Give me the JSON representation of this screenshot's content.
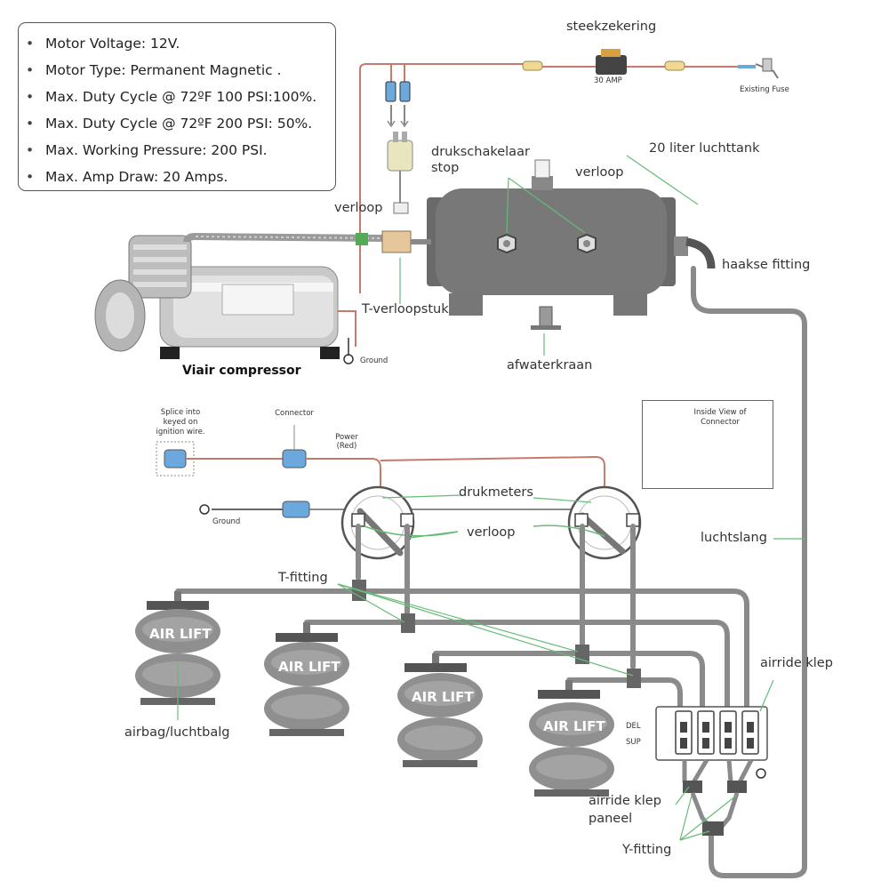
{
  "specs": [
    "Motor Voltage: 12V.",
    "Motor Type: Permanent Magnetic .",
    "Max. Duty Cycle @ 72ºF 100 PSI:100%.",
    "Max. Duty Cycle @ 72ºF 200 PSI: 50%.",
    "Max. Working Pressure: 200 PSI.",
    "Max. Amp Draw: 20 Amps."
  ],
  "labels": {
    "steekzekering": "steekzekering",
    "amp30": "30 AMP",
    "existing_fuse": "Existing Fuse",
    "drukschakelaar_1": "drukschakelaar",
    "drukschakelaar_2": "stop",
    "verloop_top": "verloop",
    "tank": "20 liter luchttank",
    "verloop_left": "verloop",
    "haakse_fitting": "haakse fitting",
    "t_verloopstuk": "T-verloopstuk",
    "ground_top": "Ground",
    "compressor": "Viair compressor",
    "afwaterkraan": "afwaterkraan",
    "splice_1": "Splice into",
    "splice_2": "keyed on",
    "splice_3": "ignition wire.",
    "connector": "Connector",
    "power_1": "Power",
    "power_2": "(Red)",
    "inside_view_1": "Inside View of",
    "inside_view_2": "Connector",
    "drukmeters": "drukmeters",
    "ground_mid": "Ground",
    "verloop_mid": "verloop",
    "luchtslang": "luchtslang",
    "t_fitting": "T-fitting",
    "airride_klep": "airride klep",
    "airbag": "airbag/luchtbalg",
    "del": "DEL",
    "sup": "SUP",
    "panel_1": "airride klep",
    "panel_2": "paneel",
    "y_fitting": "Y-fitting",
    "air_lift": "AIR LIFT"
  },
  "colors": {
    "hose": "#8a8a8a",
    "wire_red": "#c87a6a",
    "tank": "#767676",
    "pointer_green": "#66bb77",
    "text": "#333333"
  }
}
